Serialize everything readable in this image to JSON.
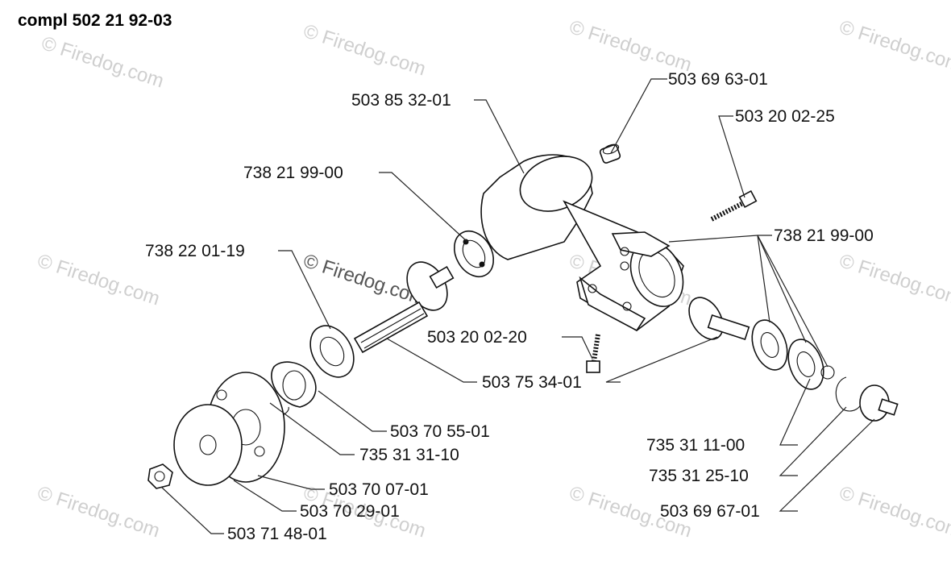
{
  "title": "compl 502 21 92-03",
  "watermark": "© Firedog.com",
  "labels": {
    "p1": "503 69 63-01",
    "p2": "503 85 32-01",
    "p3": "503 20 02-25",
    "p4": "738 21 99-00",
    "p5": "738 21 99-00",
    "p6": "738 22 01-19",
    "p7": "503 20 02-20",
    "p8": "503 75 34-01",
    "p9": "503 70 55-01",
    "p10": "735 31 31-10",
    "p11": "735 31 11-00",
    "p12": "735 31 25-10",
    "p13": "503 70 07-01",
    "p14": "503 69 67-01",
    "p15": "503 70 29-01",
    "p16": "503 71 48-01"
  }
}
